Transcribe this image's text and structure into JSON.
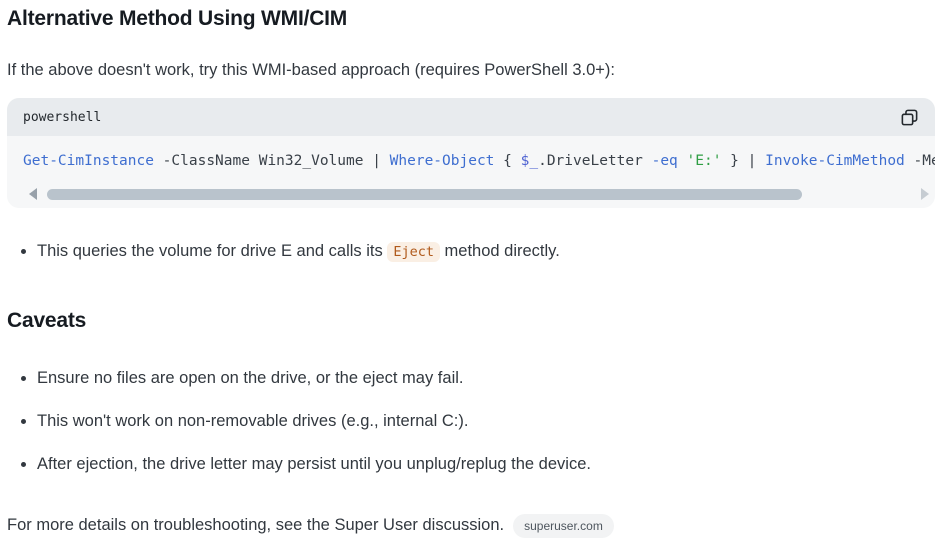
{
  "section_wmi": {
    "heading": "Alternative Method Using WMI/CIM",
    "intro": "If the above doesn't work, try this WMI-based approach (requires PowerShell 3.0+):"
  },
  "code_block": {
    "language_label": "powershell",
    "copy_icon": "copy-icon",
    "tokens": [
      {
        "type": "cmdlet",
        "text": "Get-CimInstance"
      },
      {
        "type": "plain",
        "text": " -ClassName Win32_Volume | "
      },
      {
        "type": "cmdlet",
        "text": "Where-Object"
      },
      {
        "type": "plain",
        "text": " { "
      },
      {
        "type": "var",
        "text": "$_"
      },
      {
        "type": "plain",
        "text": ".DriveLetter "
      },
      {
        "type": "op",
        "text": "-eq"
      },
      {
        "type": "plain",
        "text": " "
      },
      {
        "type": "string",
        "text": "'E:'"
      },
      {
        "type": "plain",
        "text": " } | "
      },
      {
        "type": "cmdlet",
        "text": "Invoke-CimMethod"
      },
      {
        "type": "plain",
        "text": " -Met"
      }
    ],
    "scrollbar": {
      "thumb_position": "left",
      "orientation": "horizontal"
    }
  },
  "explanation_list": {
    "item1_pre": "This queries the volume for drive E and calls its ",
    "item1_code": "Eject",
    "item1_post": " method directly."
  },
  "caveats": {
    "heading": "Caveats",
    "items": [
      "Ensure no files are open on the drive, or the eject may fail.",
      "This won't work on non-removable drives (e.g., internal C:).",
      "After ejection, the drive letter may persist until you unplug/replug the device."
    ]
  },
  "footer": {
    "text": "For more details on troubleshooting, see the Super User discussion.",
    "citation_badge": "superuser.com"
  },
  "colors": {
    "code_header_bg": "#e8ebee",
    "code_body_bg": "#f6f7f8",
    "cmdlet_blue": "#3e6ed0",
    "string_green": "#2f9e44",
    "inline_code_orange": "#b05a1c",
    "inline_code_bg": "#faefe4",
    "badge_bg": "#f2f3f4",
    "scroll_thumb": "#b9c3cc"
  }
}
